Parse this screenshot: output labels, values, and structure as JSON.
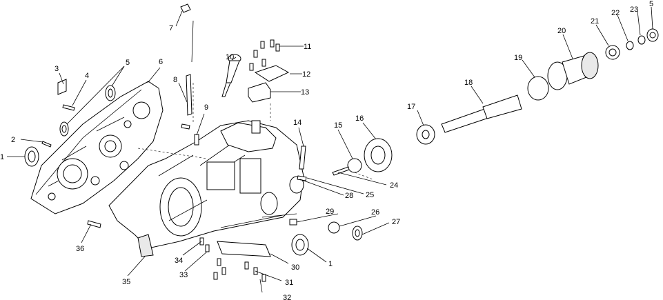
{
  "callouts": [
    {
      "id": "c1a",
      "text": "1"
    },
    {
      "id": "c2",
      "text": "2"
    },
    {
      "id": "c3",
      "text": "3"
    },
    {
      "id": "c4",
      "text": "4"
    },
    {
      "id": "c5a",
      "text": "5"
    },
    {
      "id": "c6",
      "text": "6"
    },
    {
      "id": "c7",
      "text": "7"
    },
    {
      "id": "c8",
      "text": "8"
    },
    {
      "id": "c9",
      "text": "9"
    },
    {
      "id": "c10",
      "text": "10"
    },
    {
      "id": "c11",
      "text": "11"
    },
    {
      "id": "c12",
      "text": "12"
    },
    {
      "id": "c13",
      "text": "13"
    },
    {
      "id": "c14",
      "text": "14"
    },
    {
      "id": "c15",
      "text": "15"
    },
    {
      "id": "c16",
      "text": "16"
    },
    {
      "id": "c17",
      "text": "17"
    },
    {
      "id": "c18",
      "text": "18"
    },
    {
      "id": "c19",
      "text": "19"
    },
    {
      "id": "c20",
      "text": "20"
    },
    {
      "id": "c21",
      "text": "21"
    },
    {
      "id": "c22",
      "text": "22"
    },
    {
      "id": "c23",
      "text": "23"
    },
    {
      "id": "c5b",
      "text": "5"
    },
    {
      "id": "c24",
      "text": "24"
    },
    {
      "id": "c25",
      "text": "25"
    },
    {
      "id": "c26",
      "text": "26"
    },
    {
      "id": "c27",
      "text": "27"
    },
    {
      "id": "c28",
      "text": "28"
    },
    {
      "id": "c29",
      "text": "29"
    },
    {
      "id": "c1b",
      "text": "1"
    },
    {
      "id": "c30",
      "text": "30"
    },
    {
      "id": "c31",
      "text": "31"
    },
    {
      "id": "c32",
      "text": "32"
    },
    {
      "id": "c33",
      "text": "33"
    },
    {
      "id": "c34",
      "text": "34"
    },
    {
      "id": "c35",
      "text": "35"
    },
    {
      "id": "c36",
      "text": "36"
    }
  ]
}
